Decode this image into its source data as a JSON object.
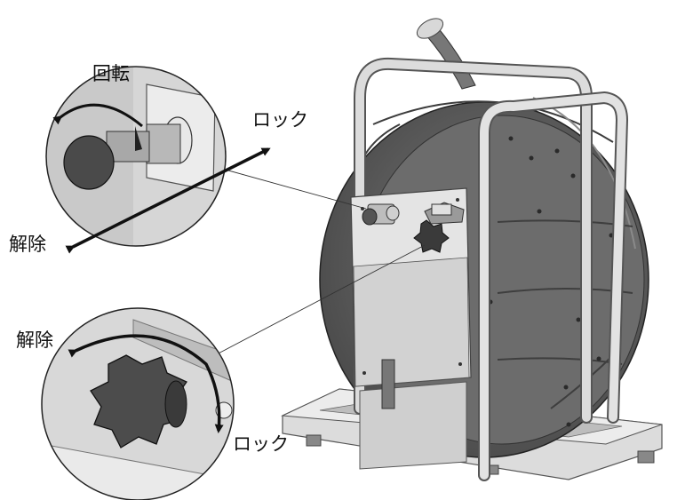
{
  "labels": {
    "rotate": "回転",
    "lock_top": "ロック",
    "release_top": "解除",
    "release_bottom": "解除",
    "lock_bottom": "ロック"
  },
  "colors": {
    "body_dark": "#505050",
    "body_mid": "#6e6e6e",
    "frame": "#d4d4d4",
    "plate": "#e6e6e6",
    "arrow": "#111111"
  }
}
